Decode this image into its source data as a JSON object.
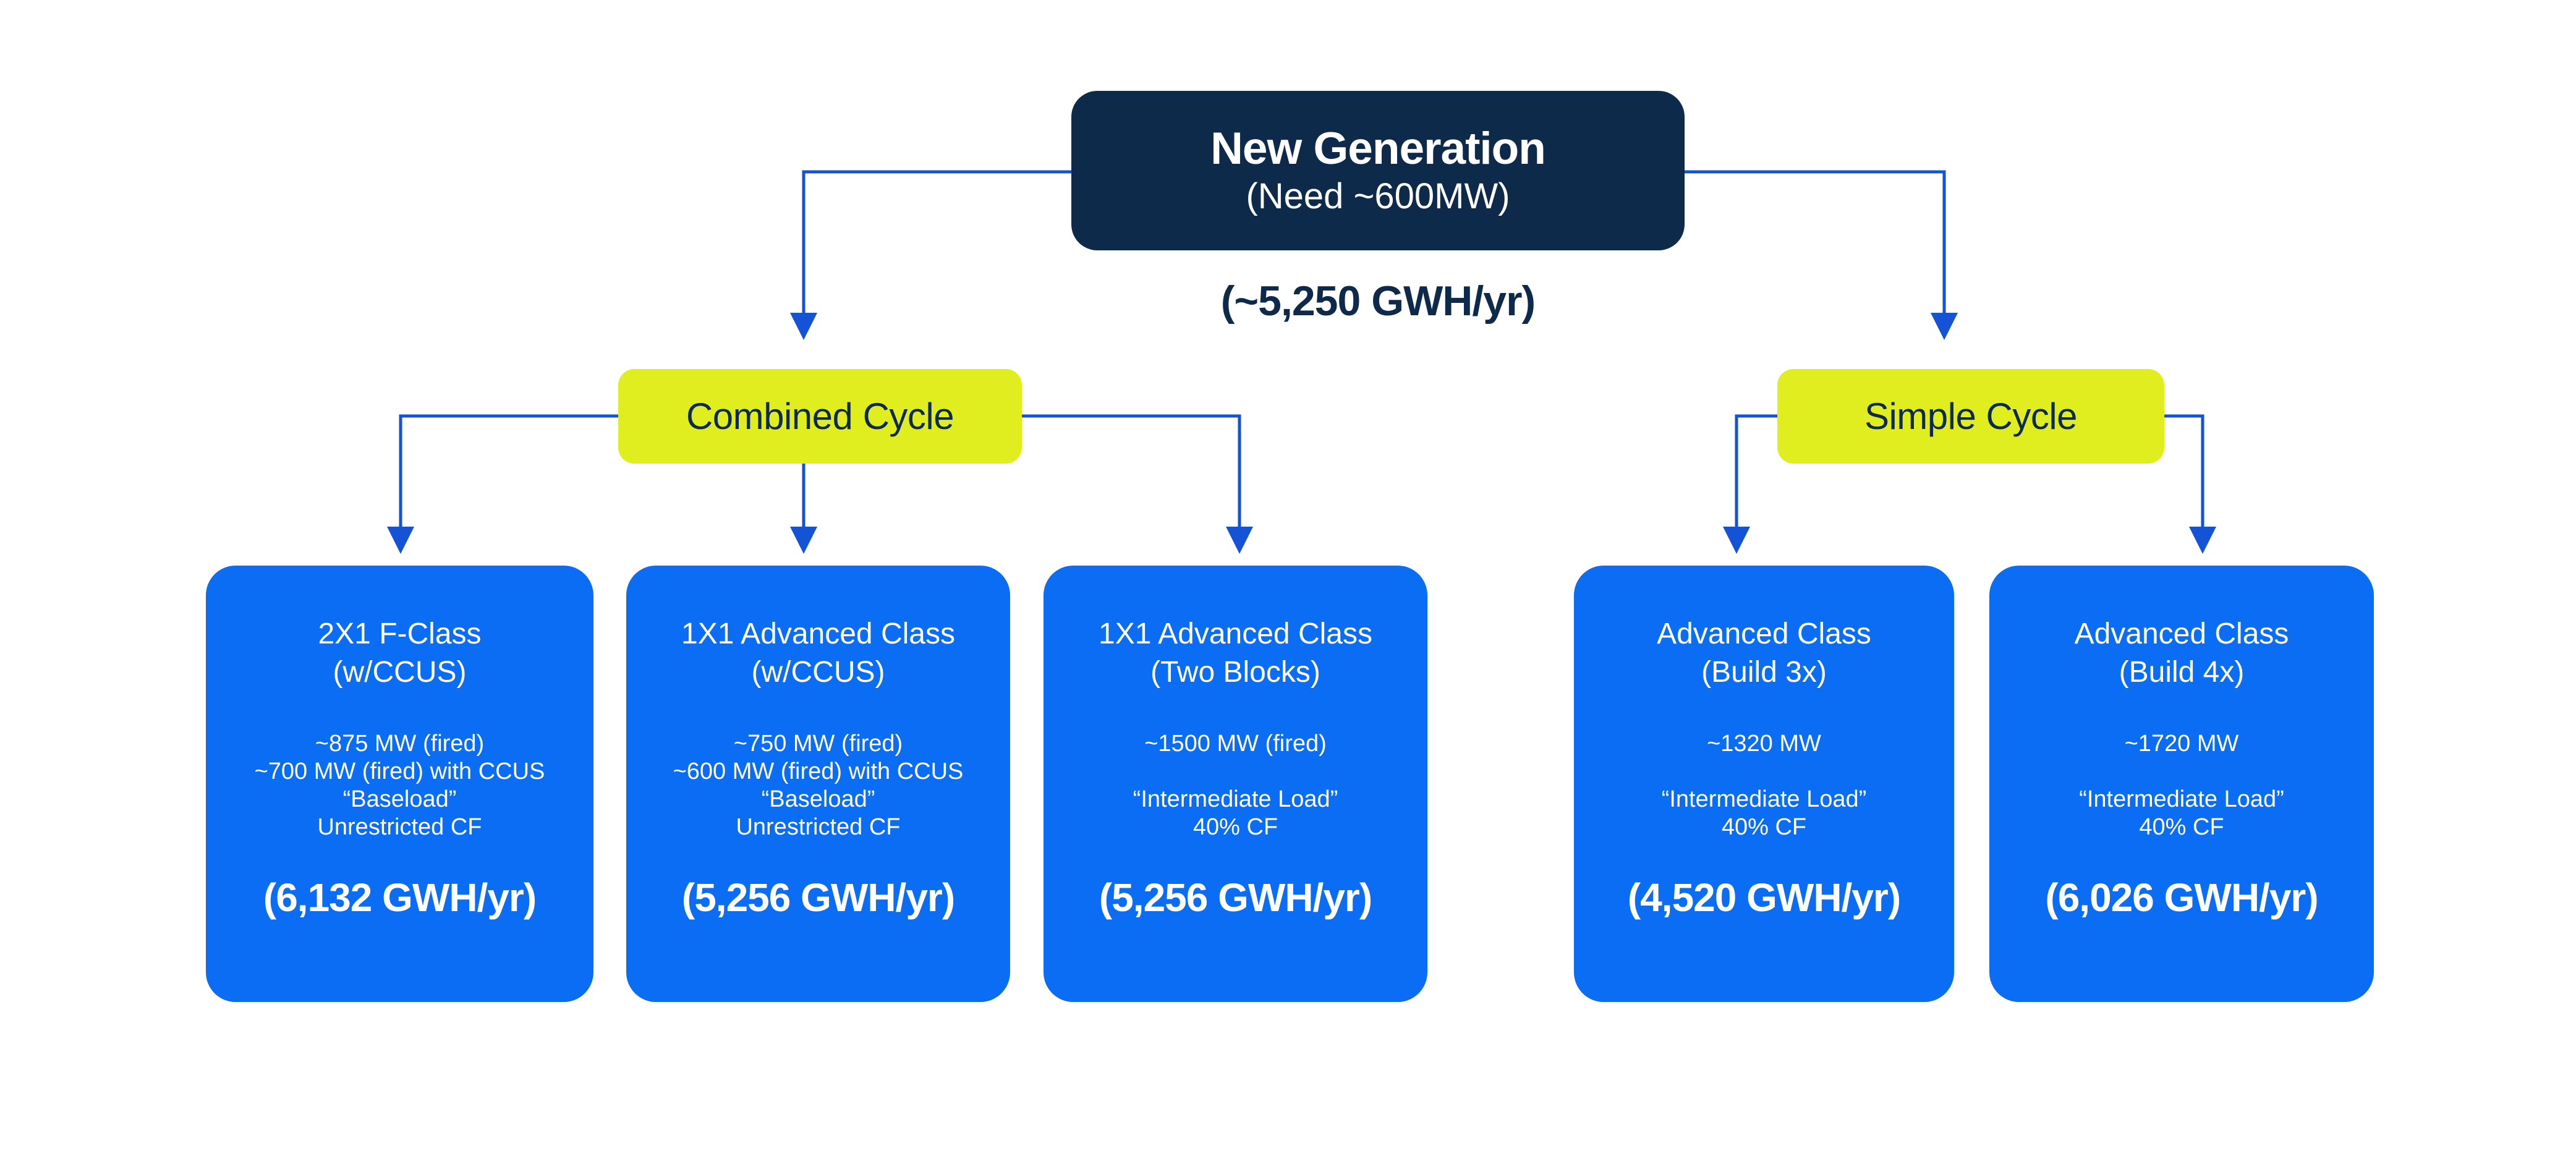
{
  "colors": {
    "navy": "#0D2A4B",
    "blue": "#0B6CF4",
    "yellow": "#E0EE20",
    "connector": "#1553D6",
    "text_on_blue": "#FFFFFF"
  },
  "root": {
    "title": "New Generation",
    "subtitle": "(Need ~600MW)",
    "annual_energy": "(~5,250 GWH/yr)"
  },
  "branches": [
    {
      "id": "combined",
      "label": "Combined Cycle"
    },
    {
      "id": "simple",
      "label": "Simple Cycle"
    }
  ],
  "options": [
    {
      "branch": "Combined Cycle",
      "title_lines": [
        "2X1 F-Class",
        "(w/CCUS)"
      ],
      "details": [
        "~875 MW (fired)",
        "~700 MW (fired) with CCUS",
        "“Baseload”",
        "Unrestricted CF"
      ],
      "output": "(6,132 GWH/yr)"
    },
    {
      "branch": "Combined Cycle",
      "title_lines": [
        "1X1 Advanced Class",
        "(w/CCUS)"
      ],
      "details": [
        "~750 MW (fired)",
        "~600 MW (fired) with CCUS",
        "“Baseload”",
        "Unrestricted CF"
      ],
      "output": "(5,256 GWH/yr)"
    },
    {
      "branch": "Combined Cycle",
      "title_lines": [
        "1X1 Advanced Class",
        "(Two Blocks)"
      ],
      "details": [
        "~1500 MW (fired)",
        "",
        "“Intermediate Load”",
        "40% CF"
      ],
      "output": "(5,256 GWH/yr)"
    },
    {
      "branch": "Simple Cycle",
      "title_lines": [
        "Advanced Class",
        "(Build 3x)"
      ],
      "details": [
        "~1320 MW",
        "",
        "“Intermediate Load”",
        "40% CF"
      ],
      "output": "(4,520 GWH/yr)"
    },
    {
      "branch": "Simple Cycle",
      "title_lines": [
        "Advanced Class",
        "(Build 4x)"
      ],
      "details": [
        "~1720 MW",
        "",
        "“Intermediate Load”",
        "40% CF"
      ],
      "output": "(6,026 GWH/yr)"
    }
  ]
}
